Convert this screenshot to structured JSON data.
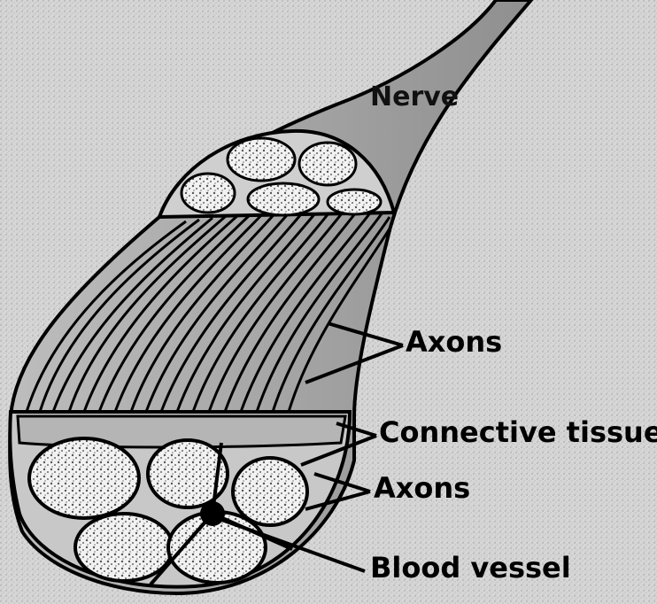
{
  "labels": {
    "nerve": "Nerve",
    "axons_upper": "Axons",
    "connective_tissue": "Connective tissue",
    "axons_lower": "Axons",
    "blood_vessel": "Blood vessel"
  },
  "colors": {
    "background": "#d8d8d8",
    "nerve_sheath": "#a9a9a9",
    "outline": "#000000",
    "fascicle_fill": "#f0f0f0"
  }
}
